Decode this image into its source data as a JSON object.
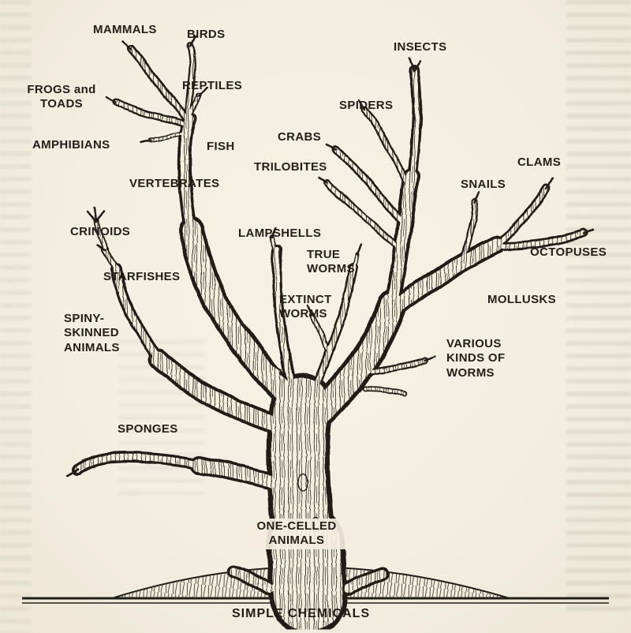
{
  "colors": {
    "paper": "#f2eee1",
    "ink": "#221f19"
  },
  "labels": {
    "mammals": "MAMMALS",
    "birds": "BIRDS",
    "insects": "INSECTS",
    "frogs_toads": "FROGS and\nTOADS",
    "reptiles": "REPTILES",
    "spiders": "SPIDERS",
    "amphibians": "AMPHIBIANS",
    "fish": "FISH",
    "crabs": "CRABS",
    "trilobites": "TRILOBITES",
    "clams": "CLAMS",
    "vertebrates": "VERTEBRATES",
    "snails": "SNAILS",
    "crinoids": "CRINOIDS",
    "lampshells": "LAMPSHELLS",
    "octopuses": "OCTOPUSES",
    "starfishes": "STARFISHES",
    "true_worms": "TRUE\nWORMS",
    "extinct_worms": "EXTINCT\nWORMS",
    "mollusks": "MOLLUSKS",
    "spiny_skinned": "SPINY-\nSKINNED\nANIMALS",
    "various_worms": "VARIOUS\nKINDS OF\nWORMS",
    "sponges": "SPONGES",
    "one_celled": "ONE-CELLED\nANIMALS",
    "simple_chemicals": "SIMPLE CHEMICALS"
  },
  "structure": {
    "root": "SIMPLE CHEMICALS",
    "trunk": "ONE-CELLED ANIMALS",
    "limbs": [
      {
        "limb": "VERTEBRATES",
        "branches": [
          "FISH",
          "AMPHIBIANS",
          "FROGS and TOADS",
          "REPTILES",
          "BIRDS",
          "MAMMALS"
        ]
      },
      {
        "limb": "SPINY-SKINNED ANIMALS",
        "branches": [
          "STARFISHES",
          "CRINOIDS"
        ]
      },
      {
        "limb": "SPONGES",
        "branches": []
      },
      {
        "limb": "LAMPSHELLS",
        "branches": []
      },
      {
        "limb": "TRUE WORMS",
        "branches": []
      },
      {
        "limb": "EXTINCT WORMS",
        "branches": []
      },
      {
        "limb": "VARIOUS KINDS OF WORMS",
        "branches": []
      },
      {
        "limb": "",
        "branches": [
          "TRILOBITES",
          "CRABS",
          "SPIDERS",
          "INSECTS"
        ]
      },
      {
        "limb": "MOLLUSKS",
        "branches": [
          "SNAILS",
          "CLAMS",
          "OCTOPUSES"
        ]
      }
    ]
  }
}
